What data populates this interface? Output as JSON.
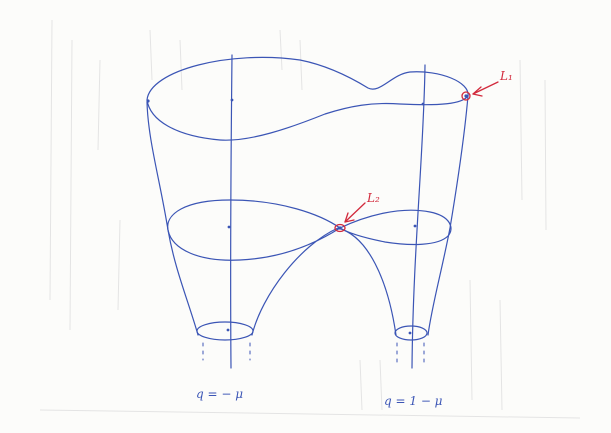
{
  "labels": {
    "l1": "L₁",
    "l2": "L₂",
    "q_left": "q = − μ",
    "q_right": "q = 1 − μ"
  },
  "colors": {
    "paper": "#fcfcfa",
    "ink_blue": "#3b55b5",
    "ink_red": "#d22a3c",
    "bleed_through": "#e4e4e4"
  }
}
